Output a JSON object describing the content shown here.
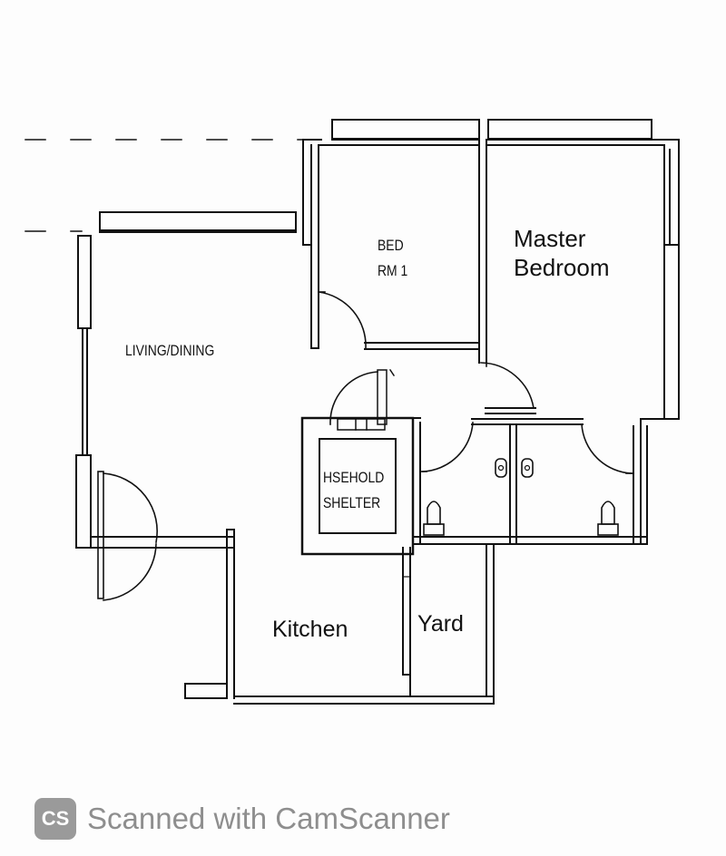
{
  "rooms": {
    "bed_rm1_line1": "BED",
    "bed_rm1_line2": "RM 1",
    "master_line1": "Master",
    "master_line2": "Bedroom",
    "living_dining": "LIVING/DINING",
    "shelter_line1": "HSEHOLD",
    "shelter_line2": "SHELTER",
    "kitchen": "Kitchen",
    "yard": "Yard"
  },
  "watermark": {
    "logo": "CS",
    "text": "Scanned with CamScanner"
  },
  "colors": {
    "line": "#111111",
    "watermark": "#8e8e8e"
  }
}
